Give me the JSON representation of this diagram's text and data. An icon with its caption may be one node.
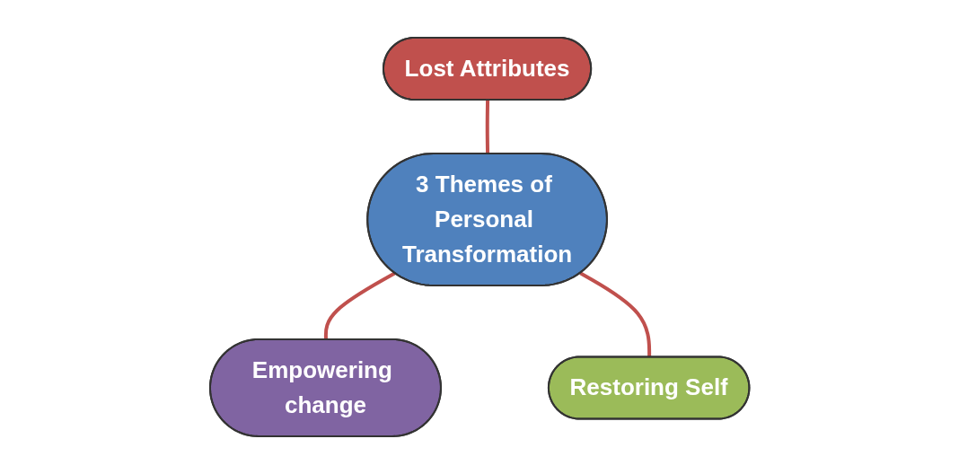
{
  "diagram": {
    "nodes": [
      {
        "text": [
          "Lost Attributes"
        ]
      },
      {
        "text": [
          "Empowering change"
        ]
      },
      {
        "text": [
          "3 Themes of Personal Transformation"
        ]
      },
      {
        "text": [
          "Restoring Self"
        ]
      }
    ],
    "edges": [
      {
        "from": 0,
        "to": 2,
        "arrow": "none"
      },
      {
        "from": 2,
        "to": 1,
        "arrow": "none"
      },
      {
        "from": 2,
        "to": 3,
        "arrow": "none"
      }
    ]
  }
}
